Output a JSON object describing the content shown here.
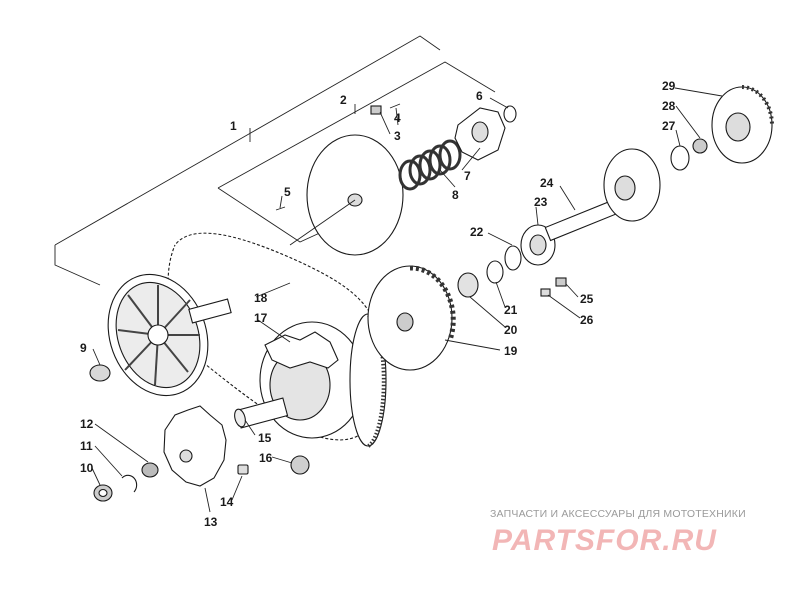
{
  "diagram": {
    "callouts": [
      "1",
      "2",
      "3",
      "4",
      "5",
      "6",
      "7",
      "8",
      "9",
      "10",
      "11",
      "12",
      "13",
      "14",
      "15",
      "16",
      "17",
      "18",
      "19",
      "20",
      "21",
      "22",
      "23",
      "24",
      "25",
      "26",
      "27",
      "28",
      "29"
    ]
  },
  "watermark": {
    "tagline": "ЗАПЧАСТИ И АКСЕССУАРЫ ДЛЯ МОТОТЕХНИКИ",
    "brand": "PARTSFOR.RU",
    "brand_color": "#f2b6b6"
  }
}
